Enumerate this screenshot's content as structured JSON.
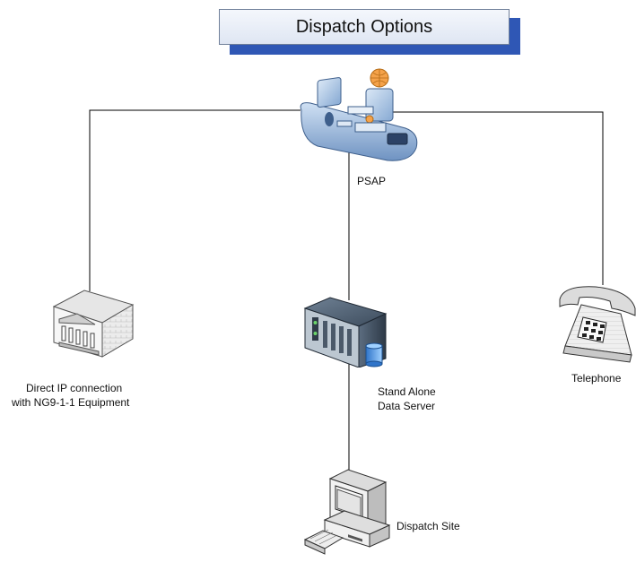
{
  "title": "Dispatch Options",
  "nodes": {
    "psap": {
      "label": "PSAP",
      "icon": "dispatcher-workstation-icon"
    },
    "direct_ip": {
      "label_line1": "Direct IP connection",
      "label_line2": "with NG9-1-1 Equipment",
      "icon": "building-icon"
    },
    "data_server": {
      "label_line1": "Stand Alone",
      "label_line2": "Data Server",
      "icon": "server-icon"
    },
    "telephone": {
      "label": "Telephone",
      "icon": "telephone-icon"
    },
    "dispatch_site": {
      "label": "Dispatch Site",
      "icon": "computer-icon"
    }
  },
  "colors": {
    "title_shadow": "#2f57b5",
    "lines": "#000000",
    "accent": "#7fa6d6"
  }
}
